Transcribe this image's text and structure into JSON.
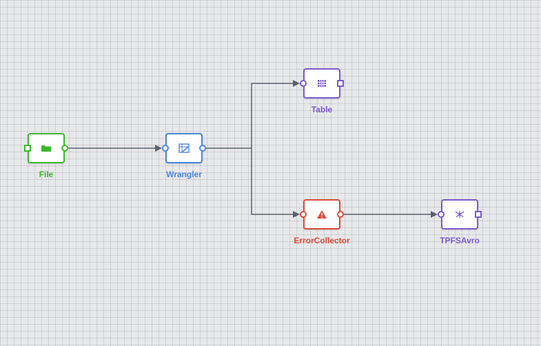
{
  "colors": {
    "source": "#3cb72f",
    "transform": "#4a86e0",
    "sink": "#7b5acd",
    "error": "#d94b3a",
    "edge": "#5b6170"
  },
  "nodes": {
    "file": {
      "label": "File",
      "icon": "folder-icon"
    },
    "wrangler": {
      "label": "Wrangler",
      "icon": "wrangler-icon"
    },
    "table": {
      "label": "Table",
      "icon": "table-grid-icon"
    },
    "error_collector": {
      "label": "ErrorCollector",
      "icon": "warning-icon"
    },
    "tpfsavro": {
      "label": "TPFSAvro",
      "icon": "avro-icon"
    }
  },
  "edges": [
    {
      "from": "File",
      "to": "Wrangler"
    },
    {
      "from": "Wrangler",
      "to": "Table"
    },
    {
      "from": "Wrangler",
      "to": "ErrorCollector"
    },
    {
      "from": "ErrorCollector",
      "to": "TPFSAvro"
    }
  ]
}
